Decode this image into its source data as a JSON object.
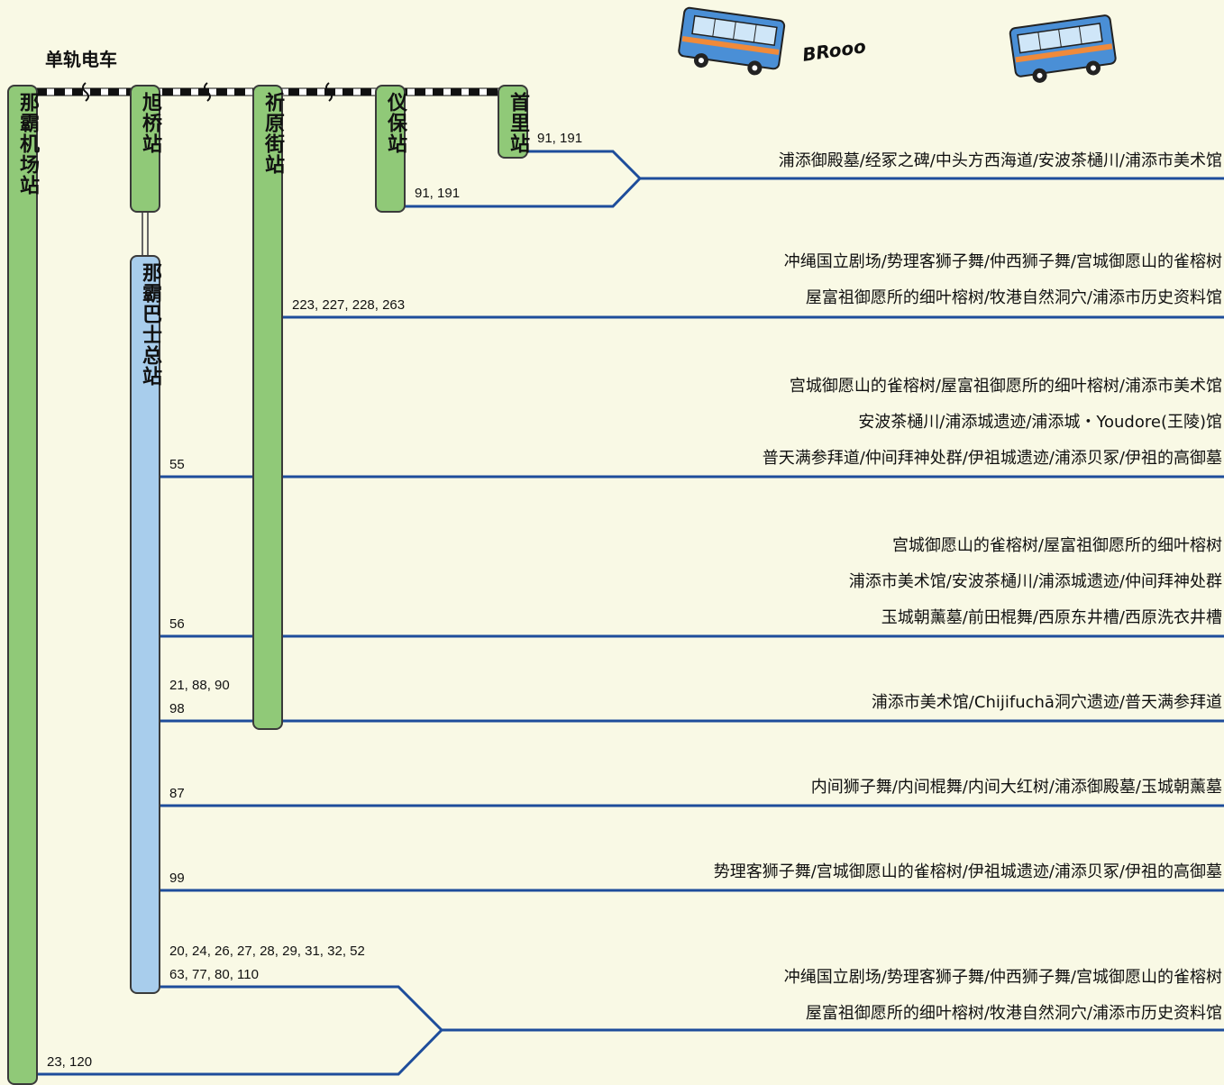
{
  "monorail_label": "单轨电车",
  "sound_effect": "BRooo",
  "colors": {
    "route_line": "#1e4d9b",
    "station_green": "#90c978",
    "station_blue": "#a8cdec",
    "background": "#f9f9e5"
  },
  "stations": {
    "naha_airport": "那霸机场站",
    "asahibashi": "旭桥站",
    "makishi": "祈原街站",
    "gibo": "仪保站",
    "shuri": "首里站",
    "naha_bus_terminal": "那霸巴士总站"
  },
  "routes": {
    "shuri": "91, 191",
    "gibo": "91, 191",
    "makishi": "223, 227, 228, 263",
    "r55": "55",
    "r56": "56",
    "r21": "21, 88, 90",
    "r98": "98",
    "r87": "87",
    "r99": "99",
    "terminal_a": "20, 24, 26, 27, 28, 29, 31, 32, 52",
    "terminal_b": "63, 77, 80, 110",
    "airport": "23, 120"
  },
  "destinations": {
    "d1": "浦添御殿墓/经冢之碑/中头方西海道/安波茶樋川/浦添市美术馆",
    "d2a": "冲绳国立剧场/势理客狮子舞/仲西狮子舞/宫城御愿山的雀榕树",
    "d2b": "屋富祖御愿所的细叶榕树/牧港自然洞穴/浦添市历史资料馆",
    "d3a": "宫城御愿山的雀榕树/屋富祖御愿所的细叶榕树/浦添市美术馆",
    "d3b": "安波茶樋川/浦添城遗迹/浦添城・Youdore(王陵)馆",
    "d3c": "普天满参拜道/仲间拜神处群/伊祖城遗迹/浦添贝冢/伊祖的高御墓",
    "d4a": "宫城御愿山的雀榕树/屋富祖御愿所的细叶榕树",
    "d4b": "浦添市美术馆/安波茶樋川/浦添城遗迹/仲间拜神处群",
    "d4c": "玉城朝薰墓/前田棍舞/西原东井槽/西原洗衣井槽",
    "d5": "浦添市美术馆/Chijifuchā洞穴遗迹/普天满参拜道",
    "d6": "内间狮子舞/内间棍舞/内间大红树/浦添御殿墓/玉城朝薰墓",
    "d7": "势理客狮子舞/宫城御愿山的雀榕树/伊祖城遗迹/浦添贝冢/伊祖的高御墓",
    "d8a": "冲绳国立剧场/势理客狮子舞/仲西狮子舞/宫城御愿山的雀榕树",
    "d8b": "屋富祖御愿所的细叶榕树/牧港自然洞穴/浦添市历史资料馆"
  }
}
